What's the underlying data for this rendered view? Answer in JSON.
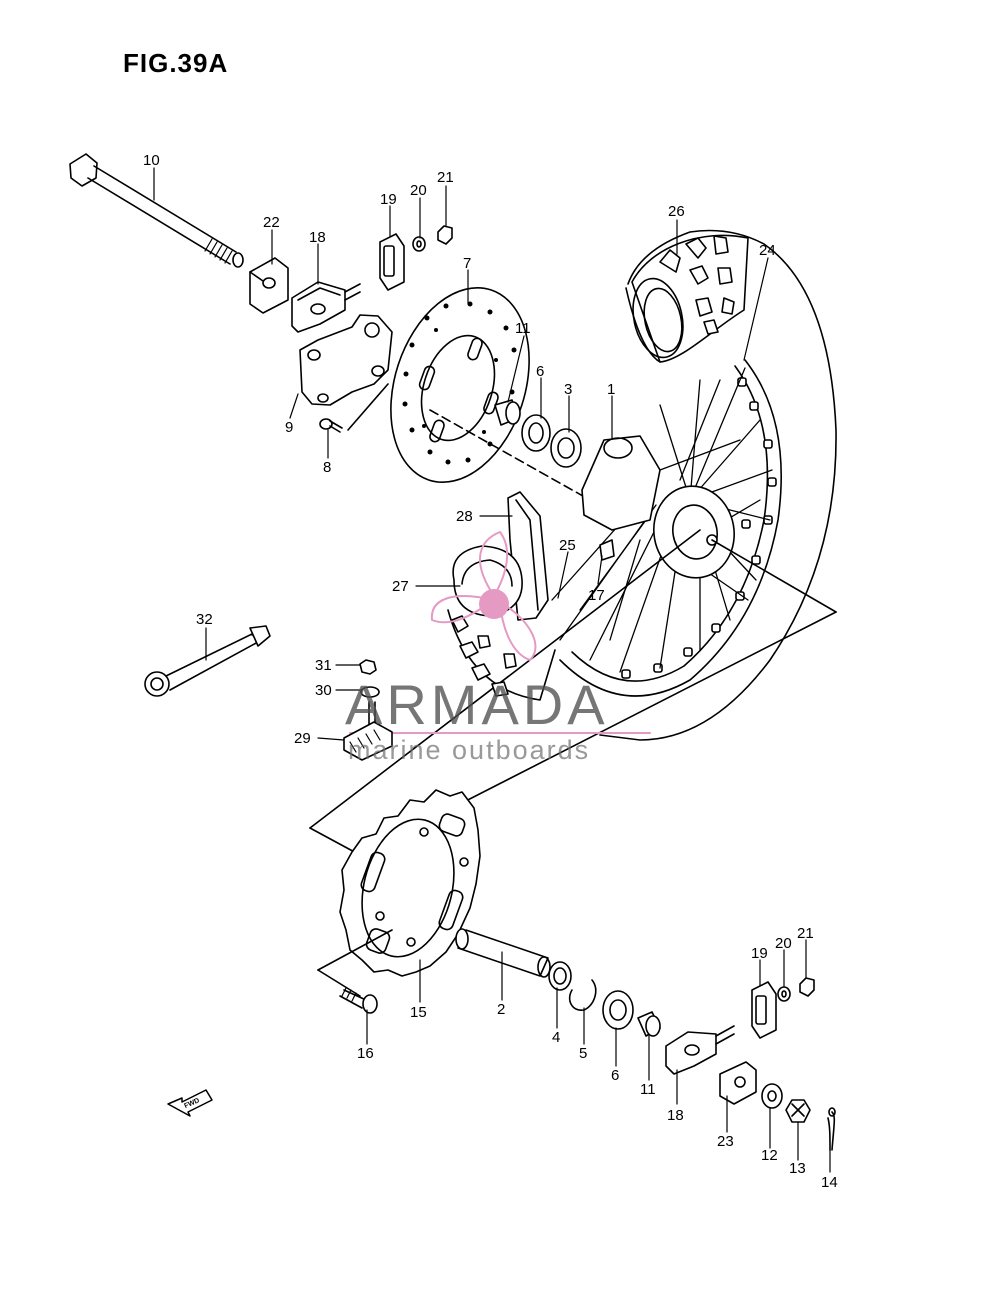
{
  "figure": {
    "title": "FIG.39A"
  },
  "watermark": {
    "brand": "ARMADA",
    "tagline": "marine outboards",
    "colors": {
      "pink": "#e59ac4",
      "pink_dark": "#d0609f",
      "gray": "#555555"
    }
  },
  "fwd_label": "FWD",
  "callouts": [
    "10",
    "22",
    "18",
    "19",
    "20",
    "21",
    "26",
    "24",
    "7",
    "11",
    "6",
    "3",
    "1",
    "9",
    "8",
    "28",
    "25",
    "17",
    "27",
    "32",
    "31",
    "30",
    "29",
    "2",
    "4",
    "5",
    "6",
    "11",
    "15",
    "16",
    "19",
    "20",
    "21",
    "18",
    "23",
    "12",
    "13",
    "14"
  ]
}
